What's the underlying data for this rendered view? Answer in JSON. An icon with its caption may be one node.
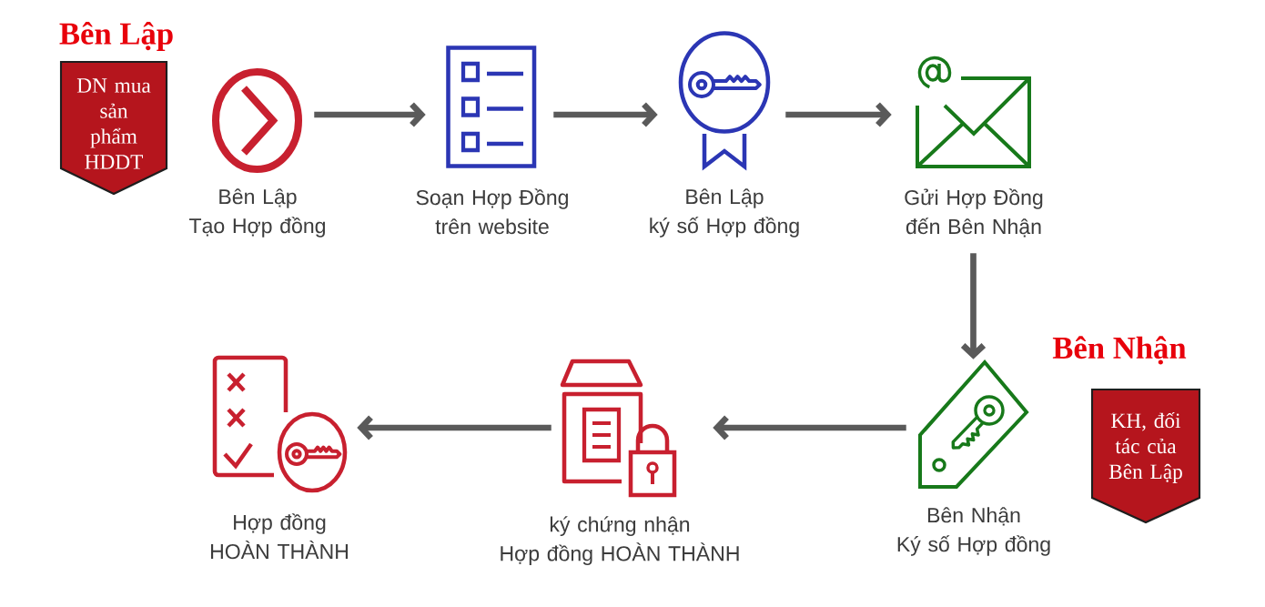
{
  "diagram": {
    "nodes": [
      {
        "text": [
          "Bên Lập",
          "DN mua sản phẩm HDDT"
        ]
      },
      {
        "text": [
          "Bên Lập Tạo Hợp đồng"
        ]
      },
      {
        "text": [
          "Soạn Hợp Đồng trên website"
        ]
      },
      {
        "text": [
          "Bên Lập ký số Hợp đồng"
        ]
      },
      {
        "text": [
          "Gửi Hợp Đồng đến Bên Nhận"
        ]
      },
      {
        "text": [
          "Bên Nhận",
          "KH, đối tác của Bên Lập"
        ]
      },
      {
        "text": [
          "Hợp đồng HOÀN THÀNH"
        ]
      },
      {
        "text": [
          "ký chứng nhận Hợp đồng HOÀN THÀNH"
        ]
      },
      {
        "text": [
          "Bên Nhận Ký số Hợp đồng"
        ]
      }
    ],
    "edges": [
      {
        "from": 1,
        "to": 2,
        "arrow": "to"
      },
      {
        "from": 2,
        "to": 3,
        "arrow": "to"
      },
      {
        "from": 3,
        "to": 4,
        "arrow": "to"
      },
      {
        "from": 4,
        "to": 8,
        "arrow": "to"
      },
      {
        "from": 8,
        "to": 7,
        "arrow": "to"
      },
      {
        "from": 7,
        "to": 6,
        "arrow": "to"
      }
    ]
  }
}
